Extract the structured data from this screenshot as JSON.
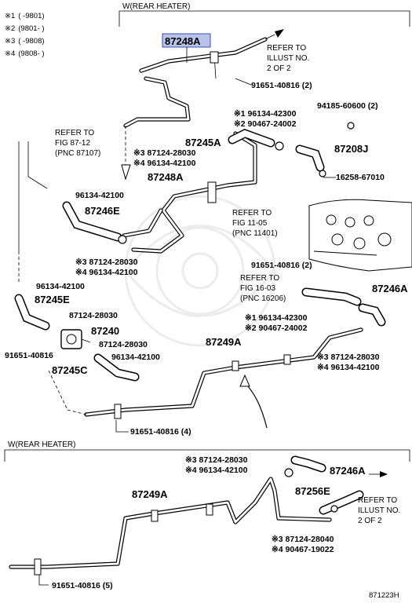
{
  "footnotes": [
    {
      "mark": "※1",
      "text": "(     -9801)"
    },
    {
      "mark": "※2",
      "text": "(9801-     )"
    },
    {
      "mark": "※3",
      "text": "(     -9808)"
    },
    {
      "mark": "※4",
      "text": "(9808-     )"
    }
  ],
  "sections": {
    "upper_header": "W(REAR HEATER)",
    "lower_header": "W(REAR HEATER)"
  },
  "highlighted_part": {
    "number": "87248A",
    "highlight_color": "#b9c3ea"
  },
  "parts_upper": [
    {
      "number": "91651-40816",
      "qty": "(2)",
      "label": "91651-40816 (2)"
    },
    {
      "number": "96134-42300",
      "label": "※1 96134-42300"
    },
    {
      "number": "90467-24002",
      "label": "※2 90467-24002"
    },
    {
      "number": "94185-60600",
      "qty": "(2)",
      "label": "94185-60600 (2)"
    },
    {
      "number": "87245A",
      "label": "87245A"
    },
    {
      "number": "87124-28030",
      "label": "※3 87124-28030"
    },
    {
      "number": "96134-42100",
      "label": "※4 96134-42100"
    },
    {
      "number": "87208J",
      "label": "87208J"
    },
    {
      "number": "16258-67010",
      "label": "16258-67010"
    },
    {
      "number": "87248A",
      "label": "87248A"
    },
    {
      "number": "96134-42100",
      "label": "96134-42100"
    },
    {
      "number": "87246E",
      "label": "87246E"
    },
    {
      "number": "87124-28030",
      "label": "※3 87124-28030"
    },
    {
      "number": "96134-42100",
      "label": "※4 96134-42100"
    },
    {
      "number": "91651-40816",
      "qty": "(2)",
      "label": "91651-40816 (2)"
    },
    {
      "number": "96134-42100",
      "label": "96134-42100"
    },
    {
      "number": "87245E",
      "label": "87245E"
    },
    {
      "number": "87124-28030",
      "label": "87124-28030"
    },
    {
      "number": "87240",
      "label": "87240"
    },
    {
      "number": "87124-28030",
      "label": "87124-28030"
    },
    {
      "number": "91651-40816",
      "label": "91651-40816"
    },
    {
      "number": "96134-42100",
      "label": "96134-42100"
    },
    {
      "number": "87245C",
      "label": "87245C"
    },
    {
      "number": "87249A",
      "label": "87249A"
    },
    {
      "number": "87246A",
      "label": "87246A"
    },
    {
      "number": "96134-42300",
      "label": "※1 96134-42300"
    },
    {
      "number": "90467-24002",
      "label": "※2 90467-24002"
    },
    {
      "number": "87124-28030",
      "label": "※3 87124-28030"
    },
    {
      "number": "96134-42100",
      "label": "※4 96134-42100"
    },
    {
      "number": "91651-40816",
      "qty": "(4)",
      "label": "91651-40816 (4)"
    }
  ],
  "refer_notes": [
    {
      "lines": [
        "REFER TO",
        "ILLUST NO.",
        "2 OF 2"
      ]
    },
    {
      "lines": [
        "REFER TO",
        "FIG 87-12",
        "(PNC 87107)"
      ]
    },
    {
      "lines": [
        "REFER TO",
        "FIG 11-05",
        "(PNC 11401)"
      ]
    },
    {
      "lines": [
        "REFER TO",
        "FIG 16-03",
        "(PNC 16206)"
      ]
    },
    {
      "lines": [
        "REFER TO",
        "ILLUST NO.",
        "2 OF 2"
      ]
    }
  ],
  "parts_lower": [
    {
      "number": "87124-28030",
      "label": "※3 87124-28030"
    },
    {
      "number": "96134-42100",
      "label": "※4 96134-42100"
    },
    {
      "number": "87246A",
      "label": "87246A"
    },
    {
      "number": "87249A",
      "label": "87249A"
    },
    {
      "number": "87256E",
      "label": "87256E"
    },
    {
      "number": "87124-28040",
      "label": "※3 87124-28040"
    },
    {
      "number": "90467-19022",
      "label": "※4 90467-19022"
    },
    {
      "number": "91651-40816",
      "qty": "(5)",
      "label": "91651-40816 (5)"
    }
  ],
  "illustration_code": "871223H"
}
